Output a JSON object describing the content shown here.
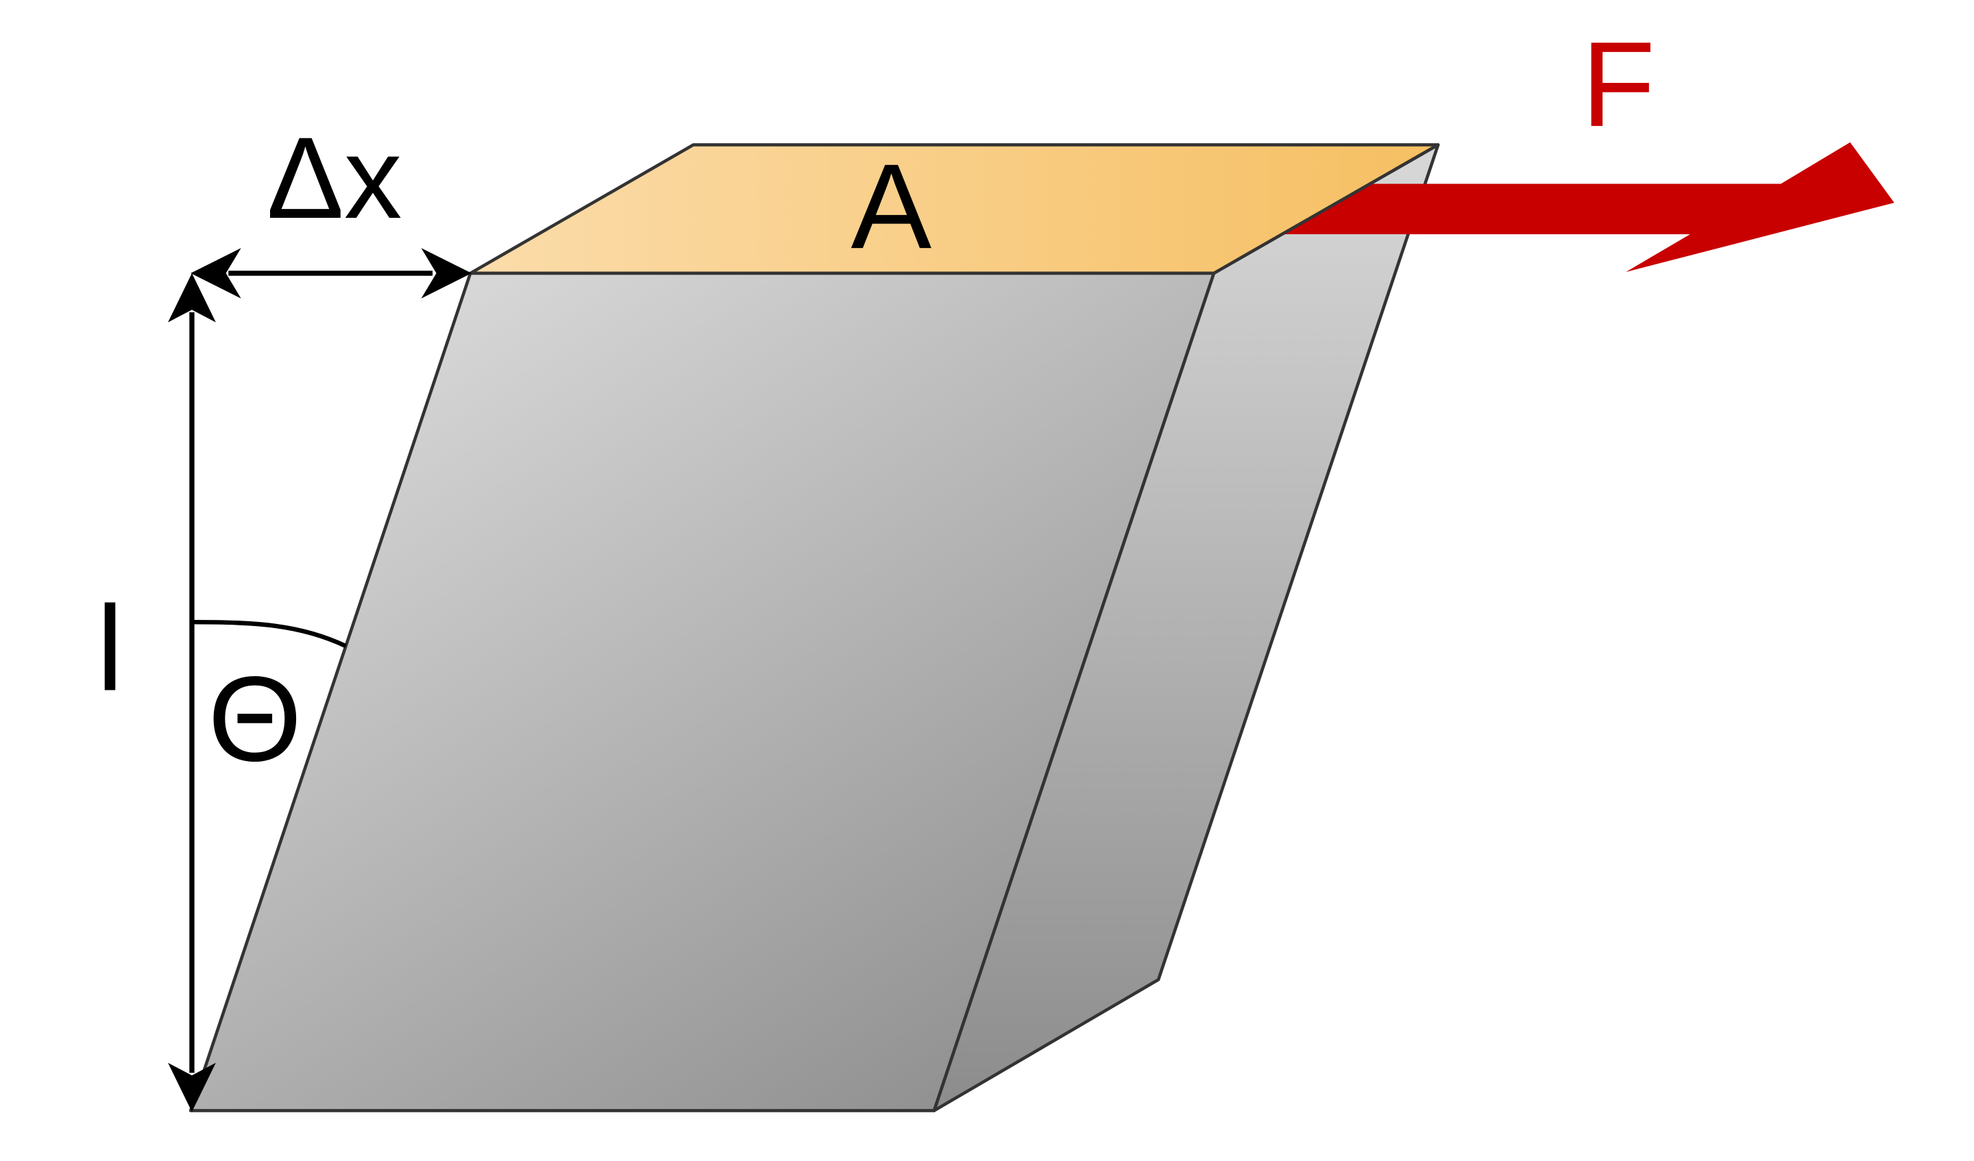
{
  "labels": {
    "delta_x": "Δx",
    "area": "A",
    "force": "F",
    "length": "l",
    "angle": "Θ"
  },
  "colors": {
    "force_arrow": "#c80000",
    "top_face_light": "#fbdcaa",
    "top_face_dark": "#f6bf62",
    "front_face_light": "#dadada",
    "front_face_dark": "#8f8f8f",
    "side_face_light": "#d8d8d8",
    "side_face_dark": "#8c8c8c",
    "outline": "#333333",
    "dimension_lines": "#000000"
  }
}
